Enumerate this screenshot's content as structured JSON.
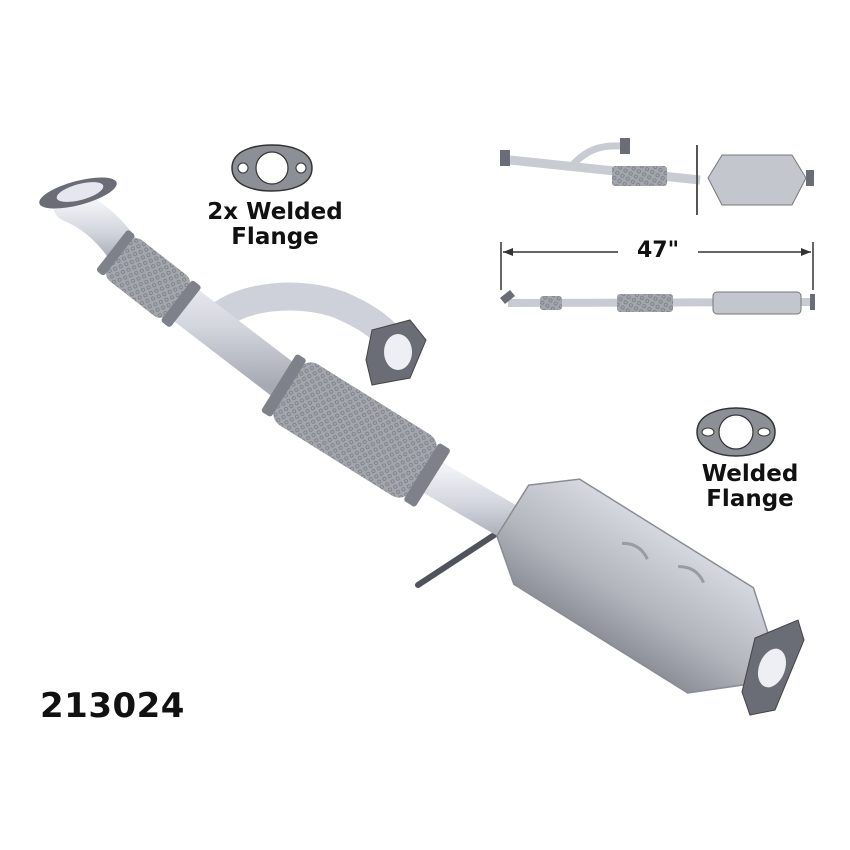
{
  "labels": {
    "top_flange": "2x Welded\nFlange",
    "top_flange_line1": "2x Welded",
    "top_flange_line2": "Flange",
    "right_flange_line1": "Welded",
    "right_flange_line2": "Flange",
    "dimension": "47\"",
    "part_number": "213024"
  },
  "colors": {
    "pipe": "#d9dbe3",
    "pipe_shade": "#aeb1bb",
    "mesh": "#9d9fa6",
    "flange": "#6a6d75",
    "gasket": "#8d8f96",
    "converter": "#b9bbc3",
    "text": "#111111"
  },
  "components": [
    {
      "name": "inlet-flange-left"
    },
    {
      "name": "flex-pipe-upper"
    },
    {
      "name": "y-pipe-branch"
    },
    {
      "name": "inlet-flange-branch"
    },
    {
      "name": "flex-pipe-main"
    },
    {
      "name": "mounting-hanger-rod"
    },
    {
      "name": "catalytic-converter"
    },
    {
      "name": "outlet-flange"
    }
  ]
}
